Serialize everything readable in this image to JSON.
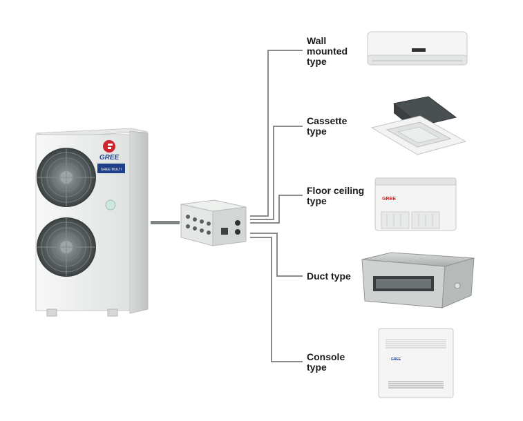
{
  "brand": {
    "logo_text": "GREE",
    "panel_badge": "GREE MULTI",
    "indoor_floor_logo": "GREE",
    "indoor_console_logo": "GREE"
  },
  "indoor_units": [
    {
      "name": "wall-mounted",
      "label": "Wall\nmounted\ntype"
    },
    {
      "name": "cassette",
      "label": "Cassette\ntype"
    },
    {
      "name": "floor-ceiling",
      "label": "Floor ceiling\ntype"
    },
    {
      "name": "duct",
      "label": "Duct type"
    },
    {
      "name": "console",
      "label": "Console\ntype"
    }
  ],
  "colors": {
    "pipe": "#8a8a8a",
    "unit_body": "#eef0ee",
    "unit_shadow": "#c9ccca",
    "text": "#1a1a1a",
    "brand_red": "#d0242b",
    "brand_blue": "#1f3f88"
  }
}
